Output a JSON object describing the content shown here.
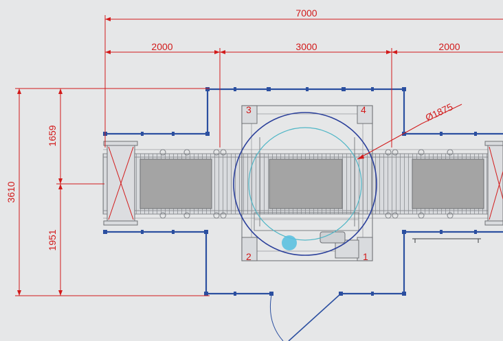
{
  "dimensions": {
    "total_width": "7000",
    "left_section": "2000",
    "middle_section": "3000",
    "right_section": "2000",
    "total_height": "3610",
    "upper_height": "1659",
    "lower_height": "1951",
    "turntable_diameter": "Ø1875"
  },
  "corner_labels": {
    "top_left": "3",
    "top_right": "4",
    "bottom_left": "2",
    "bottom_right": "1"
  },
  "colors": {
    "background": "#e6e7e8",
    "dimension_lines": "#d21a1a",
    "fence": "#2b4fa0",
    "turntable_outer": "#2a3f9a",
    "turntable_inner": "#4fb6c6",
    "conveyor_frame": "#8a8d91",
    "pallet_fill": "#a4a4a4",
    "sensor": "#5cc1e0"
  }
}
